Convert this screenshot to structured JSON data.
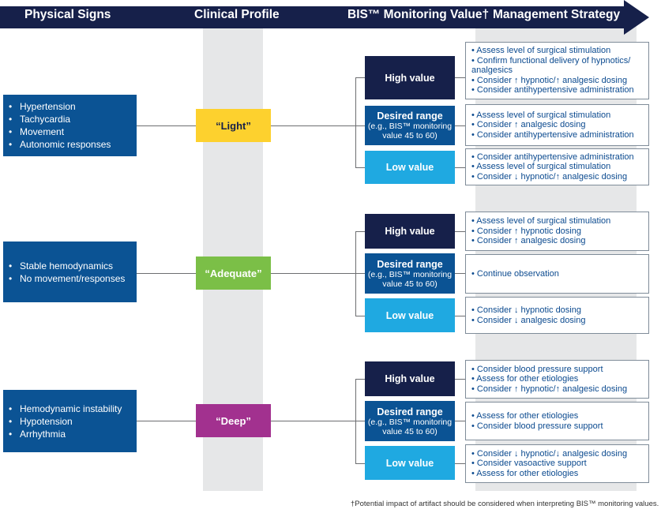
{
  "header": {
    "physical_signs": "Physical Signs",
    "clinical_profile": "Clinical Profile",
    "bis_value": "BIS™ Monitoring Value†",
    "management": "Management Strategy"
  },
  "colors": {
    "header": "#16204a",
    "signs": "#0b5394",
    "light": "#fdd12e",
    "adequate": "#7bbf47",
    "deep": "#a2318f",
    "high": "#16204a",
    "desired": "#0b5394",
    "low": "#1fa9e1"
  },
  "groups": [
    {
      "signs": [
        "Hypertension",
        "Tachycardia",
        "Movement",
        "Autonomic responses"
      ],
      "profile": "“Light”",
      "values": [
        {
          "label": "High value",
          "strategies": [
            "Assess level of surgical stimulation",
            "Confirm functional delivery of hypnotics/ analgesics",
            "Consider ↑ hypnotic/↑ analgesic dosing",
            "Consider antihypertensive administration"
          ]
        },
        {
          "label": "Desired range",
          "detail": "(e.g., BIS™ monitoring value 45 to 60)",
          "strategies": [
            "Assess level of surgical stimulation",
            "Consider ↑ analgesic dosing",
            "Consider antihypertensive administration"
          ]
        },
        {
          "label": "Low value",
          "strategies": [
            "Consider antihypertensive administration",
            "Assess level of surgical stimulation",
            "Consider ↓ hypnotic/↑ analgesic dosing"
          ]
        }
      ]
    },
    {
      "signs": [
        "Stable hemodynamics",
        "No movement/responses"
      ],
      "profile": "“Adequate”",
      "values": [
        {
          "label": "High value",
          "strategies": [
            "Assess level of surgical stimulation",
            "Consider ↑ hypnotic dosing",
            "Consider ↑ analgesic dosing"
          ]
        },
        {
          "label": "Desired range",
          "detail": "(e.g., BIS™ monitoring value 45 to 60)",
          "strategies": [
            "Continue observation"
          ]
        },
        {
          "label": "Low value",
          "strategies": [
            "Consider ↓ hypnotic dosing",
            "Consider ↓ analgesic dosing"
          ]
        }
      ]
    },
    {
      "signs": [
        "Hemodynamic instability",
        "Hypotension",
        "Arrhythmia"
      ],
      "profile": "“Deep”",
      "values": [
        {
          "label": "High value",
          "strategies": [
            "Consider blood pressure support",
            "Assess for other etiologies",
            "Consider ↑ hypnotic/↑ analgesic dosing"
          ]
        },
        {
          "label": "Desired range",
          "detail": "(e.g., BIS™ monitoring value 45 to 60)",
          "strategies": [
            "Assess for other etiologies",
            "Consider blood pressure support"
          ]
        },
        {
          "label": "Low value",
          "strategies": [
            "Consider ↓ hypnotic/↓ analgesic dosing",
            "Consider vasoactive support",
            "Assess for other etiologies"
          ]
        }
      ]
    }
  ],
  "footnote": "†Potential impact of artifact should be considered when interpreting BIS™ monitoring values."
}
